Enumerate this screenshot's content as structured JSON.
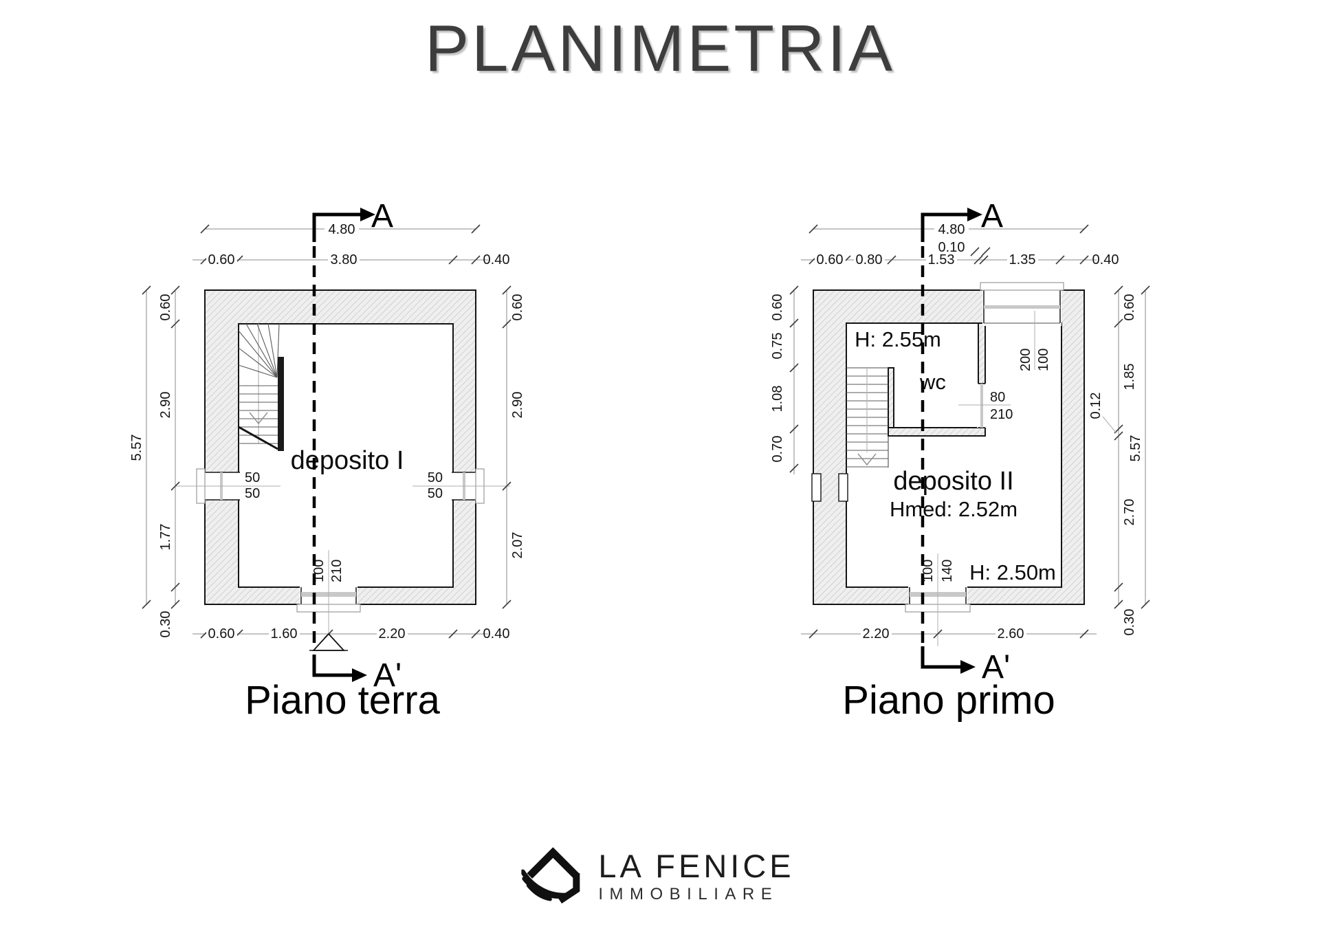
{
  "title": "PLANIMETRIA",
  "colors": {
    "ink": "#141414",
    "dim_line": "#8a8a8a",
    "hatch": "#bdbdbd",
    "title_gray": "#3d3d3d"
  },
  "terra": {
    "name": "Piano terra",
    "room": "deposito I",
    "sec_a": "A",
    "sec_a1": "A'",
    "w": "4.80",
    "h": "5.57",
    "top": [
      "0.60",
      "3.80",
      "0.40"
    ],
    "left": [
      "0.60",
      "2.90",
      "1.77",
      "0.30"
    ],
    "right": [
      "0.60",
      "2.90",
      "2.07"
    ],
    "bottom": [
      "0.60",
      "1.60",
      "2.20",
      "0.40"
    ],
    "win_l": [
      "50",
      "50"
    ],
    "win_r": [
      "50",
      "50"
    ],
    "door": [
      "100",
      "210"
    ]
  },
  "primo": {
    "name": "Piano primo",
    "room": "deposito II",
    "room_h": "Hmed: 2.52m",
    "wc": "wc",
    "wc_h": "H: 2.55m",
    "h_right": "H: 2.50m",
    "sec_a": "A",
    "sec_a1": "A'",
    "w": "4.80",
    "h": "5.57",
    "top": [
      "0.60",
      "0.80",
      "1.53",
      "0.10",
      "1.35",
      "0.40"
    ],
    "left": [
      "0.60",
      "0.75",
      "1.08",
      "0.70"
    ],
    "right": [
      "0.60",
      "1.85",
      "0.12",
      "2.70",
      "0.30"
    ],
    "bottom": [
      "2.20",
      "2.60"
    ],
    "win_top": [
      "200",
      "100"
    ],
    "wc_door": [
      "80",
      "210"
    ],
    "door": [
      "100",
      "140"
    ]
  },
  "logo": {
    "name": "LA FENICE",
    "sub": "IMMOBILIARE"
  }
}
